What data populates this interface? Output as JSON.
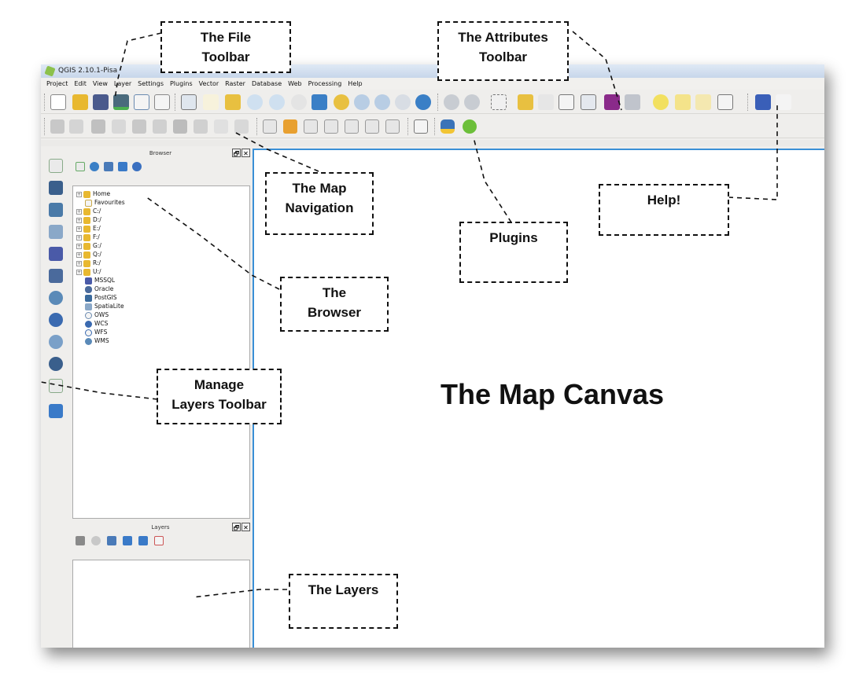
{
  "window": {
    "title": "QGIS 2.10.1-Pisa"
  },
  "menu": [
    "Project",
    "Edit",
    "View",
    "Layer",
    "Settings",
    "Plugins",
    "Vector",
    "Raster",
    "Database",
    "Web",
    "Processing",
    "Help"
  ],
  "browser": {
    "title": "Browser",
    "items": [
      {
        "label": "Home",
        "expandable": true,
        "icon": "folder-icon"
      },
      {
        "label": "Favourites",
        "expandable": false,
        "icon": "star-icon"
      },
      {
        "label": "C:/",
        "expandable": true,
        "icon": "folder-icon"
      },
      {
        "label": "D:/",
        "expandable": true,
        "icon": "folder-icon"
      },
      {
        "label": "E:/",
        "expandable": true,
        "icon": "folder-icon"
      },
      {
        "label": "F:/",
        "expandable": true,
        "icon": "folder-icon"
      },
      {
        "label": "G:/",
        "expandable": true,
        "icon": "folder-icon"
      },
      {
        "label": "Q:/",
        "expandable": true,
        "icon": "folder-icon"
      },
      {
        "label": "R:/",
        "expandable": true,
        "icon": "folder-icon"
      },
      {
        "label": "U:/",
        "expandable": true,
        "icon": "folder-icon"
      },
      {
        "label": "MSSQL",
        "expandable": false,
        "icon": "mssql-icon"
      },
      {
        "label": "Oracle",
        "expandable": false,
        "icon": "oracle-icon"
      },
      {
        "label": "PostGIS",
        "expandable": false,
        "icon": "postgis-icon"
      },
      {
        "label": "SpatiaLite",
        "expandable": false,
        "icon": "spatialite-icon"
      },
      {
        "label": "OWS",
        "expandable": false,
        "icon": "ows-icon"
      },
      {
        "label": "WCS",
        "expandable": false,
        "icon": "wcs-icon"
      },
      {
        "label": "WFS",
        "expandable": false,
        "icon": "wfs-icon"
      },
      {
        "label": "WMS",
        "expandable": false,
        "icon": "wms-icon"
      }
    ]
  },
  "layers": {
    "title": "Layers"
  },
  "panel_buttons": {
    "float": "🗗",
    "close": "✕"
  },
  "canvas": {
    "label": "The Map Canvas"
  },
  "callouts": {
    "file_toolbar": [
      "The File",
      "Toolbar"
    ],
    "attributes_toolbar": [
      "The Attributes",
      "Toolbar"
    ],
    "map_navigation": [
      "The Map",
      "Navigation"
    ],
    "help": [
      "Help!"
    ],
    "plugins": [
      "Plugins"
    ],
    "browser": [
      "The",
      "Browser"
    ],
    "manage_layers": [
      "Manage",
      "Layers Toolbar"
    ],
    "layers": [
      "The Layers"
    ]
  },
  "colors": {
    "folder": "#e8b830",
    "accent_blue": "#3a8fd6",
    "add_green": "#4caf50"
  }
}
